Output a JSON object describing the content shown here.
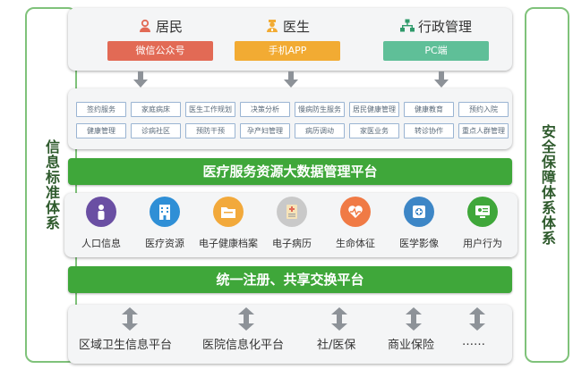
{
  "side_left": "信息标准体系",
  "side_right": "安全保障体系体系",
  "users": [
    {
      "title": "居民",
      "channel": "微信公众号",
      "icon": "person-icon"
    },
    {
      "title": "医生",
      "channel": "手机APP",
      "icon": "doctor-icon"
    },
    {
      "title": "行政管理",
      "channel": "PC端",
      "icon": "org-chart-icon"
    }
  ],
  "services_row1": [
    "签约服务",
    "家庭病床",
    "医生工作规划",
    "决策分析",
    "慢病防生服务",
    "居民健康管理",
    "健康教育",
    "预约入院"
  ],
  "services_row2": [
    "健康管理",
    "诊病社区",
    "预防干预",
    "孕产妇管理",
    "病历调动",
    "家医业务",
    "转诊协作",
    "重点人群管理"
  ],
  "platform_title": "医疗服务资源大数据管理平台",
  "resources": [
    {
      "label": "人口信息",
      "icon": "population-icon",
      "color": "#6a4fa3"
    },
    {
      "label": "医疗资源",
      "icon": "hospital-icon",
      "color": "#2f8fd6"
    },
    {
      "label": "电子健康档案",
      "icon": "folder-icon",
      "color": "#f2a93b"
    },
    {
      "label": "电子病历",
      "icon": "medical-record-icon",
      "color": "#c9c9c9"
    },
    {
      "label": "生命体征",
      "icon": "heart-pulse-icon",
      "color": "#f07a45"
    },
    {
      "label": "医学影像",
      "icon": "medical-image-icon",
      "color": "#3d86c6"
    },
    {
      "label": "用户行为",
      "icon": "user-behavior-icon",
      "color": "#3fa73a"
    }
  ],
  "exchange_title": "统一注册、共享交换平台",
  "externals": [
    "区域卫生信息平台",
    "医院信息化平台",
    "社/医保",
    "商业保险",
    "……"
  ]
}
